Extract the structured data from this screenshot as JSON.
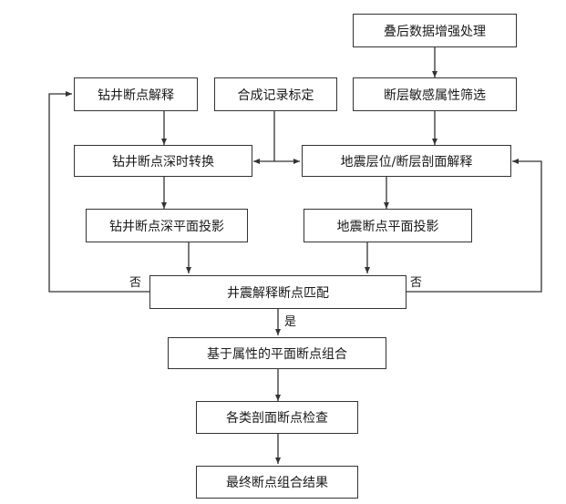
{
  "nodes": {
    "stack_process": "叠后数据增强处理",
    "well_interpret": "钻井断点解释",
    "synthetic_calib": "合成记录标定",
    "sensitive_attr": "断层敏感属性筛选",
    "depth_time_convert": "钻井断点深时转换",
    "seismic_interpret": "地震层位/断层剖面解释",
    "well_projection": "钻井断点深平面投影",
    "seismic_projection": "地震断点平面投影",
    "well_seismic_match": "井震解释断点匹配",
    "attr_combination": "基于属性的平面断点组合",
    "section_check": "各类剖面断点检查",
    "final_result": "最终断点组合结果"
  },
  "labels": {
    "no_left": "否",
    "no_right": "否",
    "yes": "是"
  },
  "colors": {
    "line": "#333333",
    "box_border": "#333333",
    "text": "#1a1a1a"
  }
}
